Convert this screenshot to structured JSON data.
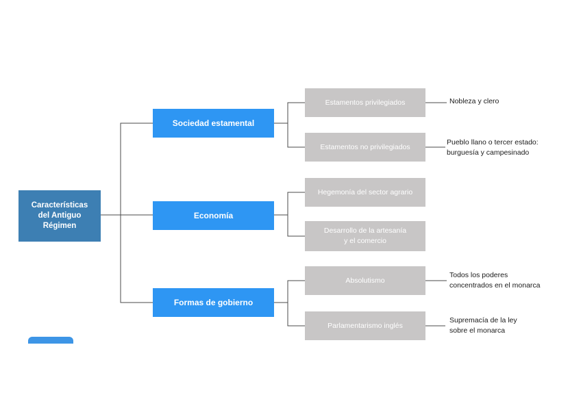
{
  "root": {
    "label": "Características\ndel Antiguo\nRégimen"
  },
  "branches": [
    {
      "label": "Sociedad estamental",
      "children": [
        {
          "label": "Estamentos privilegiados",
          "note": "Nobleza y clero"
        },
        {
          "label": "Estamentos no privilegiados",
          "note": "Pueblo llano o tercer estado:\nburguesía y campesinado"
        }
      ]
    },
    {
      "label": "Economía",
      "children": [
        {
          "label": "Hegemonía del sector agrario",
          "note": ""
        },
        {
          "label": "Desarrollo de la artesanía\ny el comercio",
          "note": ""
        }
      ]
    },
    {
      "label": "Formas de gobierno",
      "children": [
        {
          "label": "Absolutismo",
          "note": "Todos los poderes\nconcentrados en el monarca"
        },
        {
          "label": "Parlamentarismo inglés",
          "note": "Supremacía de la ley\nsobre el monarca"
        }
      ]
    }
  ],
  "colors": {
    "root_fill": "#3d7fb3",
    "branch_fill": "#2e96f3",
    "leaf_fill": "#c8c6c6",
    "connector": "#4a4a4a",
    "text_light": "#ffffff",
    "text_dark": "#1a1a1a"
  }
}
